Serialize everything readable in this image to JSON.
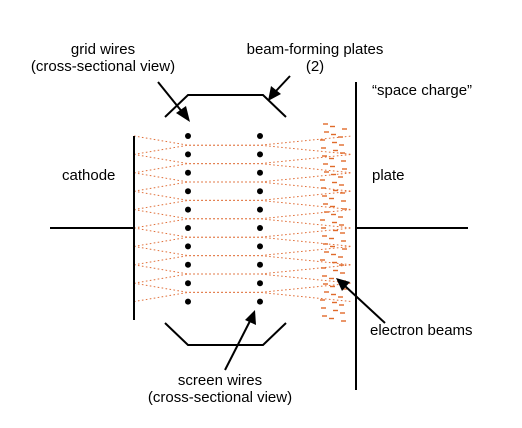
{
  "colors": {
    "ink": "#000000",
    "beam": "#e0703a",
    "charge": "#e06a2a",
    "background": "#ffffff"
  },
  "labels": {
    "grid_wires": {
      "line1": "grid wires",
      "line2": "(cross-sectional view)"
    },
    "beam_plates": {
      "line1": "beam-forming plates",
      "line2": "(2)"
    },
    "space_charge": "“space charge”",
    "cathode": "cathode",
    "plate": "plate",
    "electron_beams": "electron beams",
    "screen_wires": {
      "line1": "screen wires",
      "line2": "(cross-sectional view)"
    }
  }
}
